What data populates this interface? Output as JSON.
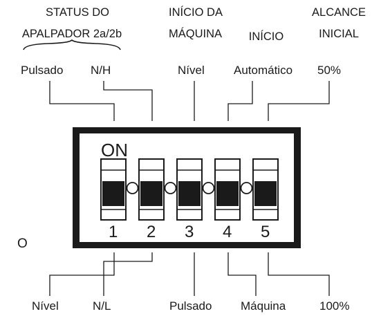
{
  "headers": {
    "status_line1": "STATUS DO",
    "status_line2": "APALPADOR 2a/2b",
    "inicio_maquina_line1": "INÍCIO DA",
    "inicio_maquina_line2": "MÁQUINA",
    "inicio": "INÍCIO",
    "alcance_line1": "ALCANCE",
    "alcance_line2": "INICIAL"
  },
  "top_options": [
    "Pulsado",
    "N/H",
    "Nível",
    "Automático",
    "50%"
  ],
  "bottom_options": [
    "Nível",
    "N/L",
    "Pulsado",
    "Máquina",
    "100%"
  ],
  "switch_block": {
    "on_label": "ON",
    "switch_numbers": [
      "1",
      "2",
      "3",
      "4",
      "5"
    ]
  },
  "side_label": "O"
}
